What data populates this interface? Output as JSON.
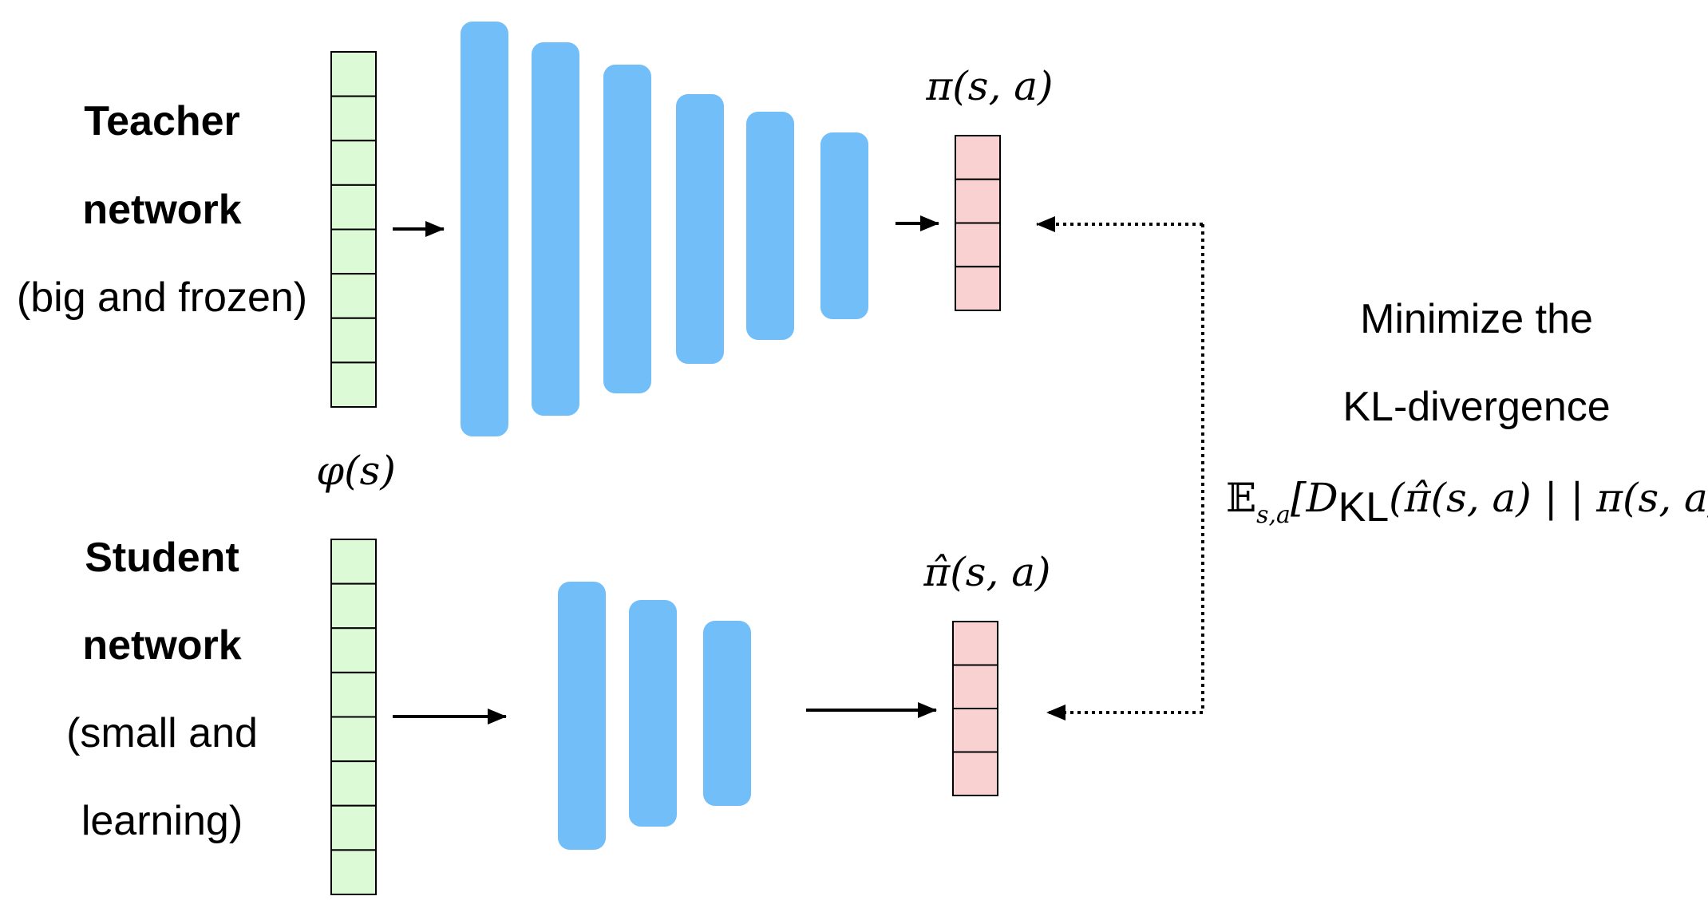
{
  "teacher": {
    "title_line1": "Teacher",
    "title_line2": "network",
    "subtitle": "(big and frozen)"
  },
  "student": {
    "title_line1": "Student",
    "title_line2": "network",
    "subtitle_line1": "(small and",
    "subtitle_line2": "learning)"
  },
  "input_label": "φ(s)",
  "teacher_output_label": "π(s, a)",
  "student_output_label": "π̂(s, a)",
  "objective": {
    "line1": "Minimize the",
    "line2": "KL-divergence",
    "formula_E": "𝔼",
    "formula_sub": "s,a",
    "formula_open": "[D",
    "formula_kl": "KL",
    "formula_rest": "(π̂(s, a) | | π(s, a))]"
  },
  "colors": {
    "input_fill": "#dcfad6",
    "output_fill": "#f9d1d1",
    "layer_fill": "#72bef8",
    "stroke": "#000000"
  },
  "teacher_net": {
    "input_cells": 8,
    "layers": 6,
    "output_cells": 4
  },
  "student_net": {
    "input_cells": 8,
    "layers": 3,
    "output_cells": 4
  }
}
